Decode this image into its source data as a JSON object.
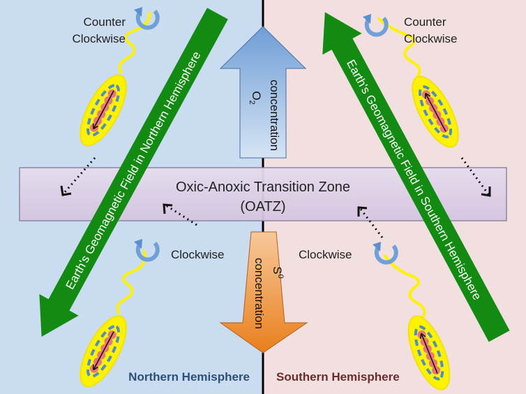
{
  "zone": {
    "title": "Oxic-Anoxic Transition Zone",
    "abbrev": "(OATZ)"
  },
  "o2_arrow": {
    "species": "O",
    "subscript": "2",
    "label": "concentration"
  },
  "s0_arrow": {
    "species": "S",
    "superscript": "0",
    "label": "concentration"
  },
  "field_north": "Earth's Geomagnetic Field in Northern Hemisphere",
  "field_south": "Earth's Geomagnetic Field in Southern Hemisphere",
  "north": {
    "top_rotation": [
      "Counter",
      "Clockwise"
    ],
    "bottom_rotation": "Clockwise",
    "label": "Northern Hemisphere"
  },
  "south": {
    "top_rotation": [
      "Counter",
      "Clockwise"
    ],
    "bottom_rotation": "Clockwise",
    "label": "Southern Hemisphere"
  },
  "colors": {
    "north_bg": "#c9dcf0",
    "south_bg": "#f2dfe0",
    "field_arrow": "#138a12",
    "o2_arrow": "#7aa6d8",
    "s0_arrow": "#ee8a2a",
    "cell": "#fff200"
  }
}
